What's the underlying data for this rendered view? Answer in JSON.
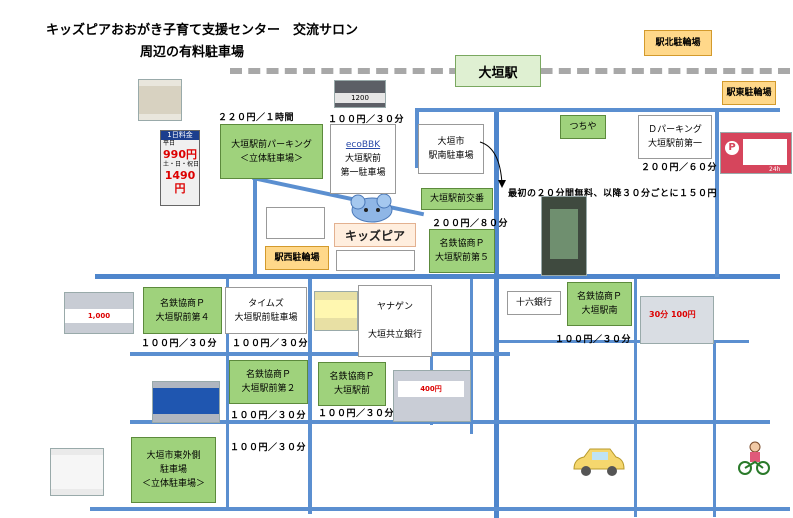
{
  "header": {
    "title_line1": "キッズピアおおがき子育て支援センター　交流サロン",
    "title_line2": "周辺の有料駐車場"
  },
  "station": {
    "label": "大垣駅"
  },
  "bike_parkings": {
    "north": "駅北駐輪場",
    "east": "駅東駐輪場",
    "west": "駅西駐輪場"
  },
  "kids_pia": {
    "label": "キッズピア"
  },
  "photo_signs": {
    "daily_sign": {
      "title": "1日料金",
      "weekday": "平日",
      "weekday_price": "990円",
      "weekend": "土・日・祝日",
      "weekend_price": "1490円"
    },
    "top_sign_value": "1200",
    "sign_30": "30分",
    "sign_100": "100円",
    "sign_1000": "1,000",
    "sign_400": "400円",
    "sign_24h": "24h"
  },
  "parkings": [
    {
      "name_l1": "大垣駅前パーキング",
      "name_l2": "＜立体駐車場＞",
      "price": "２２０円／１時間"
    },
    {
      "name_l1": "ecoBBK",
      "name_l2": "大垣駅前",
      "name_l3": "第一駐車場",
      "price": "１００円／３０分"
    },
    {
      "name_l1": "大垣市",
      "name_l2": "駅南駐車場",
      "price": "最初の２０分間無料、以降３０分ごとに１５０円"
    },
    {
      "name_l1": "つちや",
      "price": ""
    },
    {
      "name_l1": "Ｄパーキング",
      "name_l2": "大垣駅前第一",
      "price": "２００円／６０分"
    },
    {
      "name_l1": "大垣駅前交番",
      "price": "２００円／８０分"
    },
    {
      "name_l1": "名鉄協商Ｐ",
      "name_l2": "大垣駅前第５",
      "price": ""
    },
    {
      "name_l1": "名鉄協商Ｐ",
      "name_l2": "大垣駅前第４",
      "price": "１００円／３０分"
    },
    {
      "name_l1": "タイムズ",
      "name_l2": "大垣駅前駐車場",
      "price": "１００円／３０分"
    },
    {
      "name_l1": "ヤナゲン",
      "name_l2": "大垣共立銀行",
      "price": ""
    },
    {
      "name_l1": "十六銀行",
      "price": ""
    },
    {
      "name_l1": "名鉄協商Ｐ",
      "name_l2": "大垣駅南",
      "price": "１００円／３０分"
    },
    {
      "name_l1": "名鉄協商Ｐ",
      "name_l2": "大垣駅前第２",
      "price": "１００円／３０分"
    },
    {
      "name_l1": "名鉄協商Ｐ",
      "name_l2": "大垣駅前",
      "price": "１００円／３０分"
    },
    {
      "name_l1": "大垣市東外側",
      "name_l2": "駐車場",
      "name_l3": "＜立体駐車場＞",
      "price": "１００円／３０分"
    }
  ],
  "colors": {
    "road": "#5b8fd0",
    "railway": "#a8a8a8",
    "parking_green": "#9fd27c",
    "bike_orange": "#ffd88a"
  }
}
